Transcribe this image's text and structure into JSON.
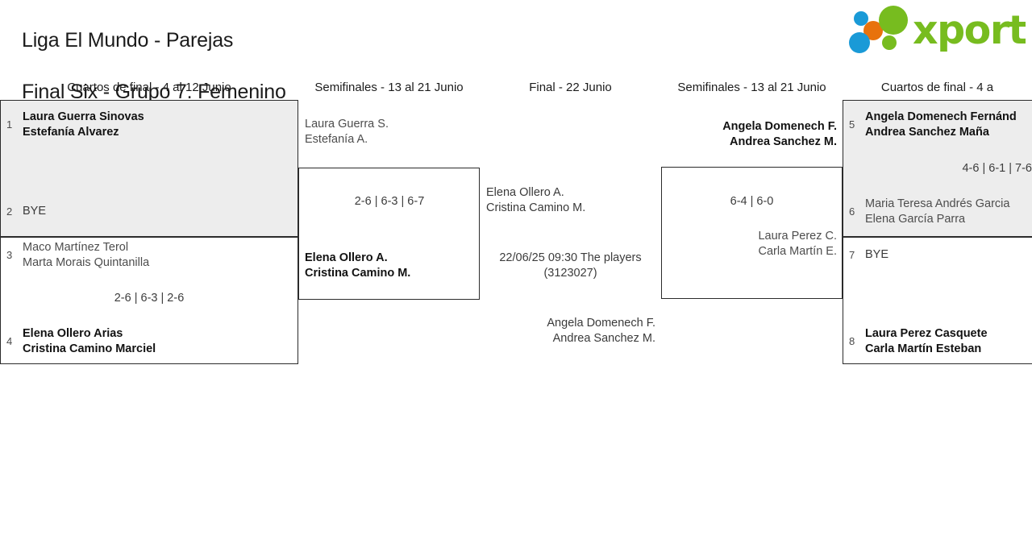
{
  "header": {
    "title_line1": "Liga El Mundo - Parejas",
    "title_line2": "Final Six - Grupo 7. Femenino",
    "logo_text": "xporty",
    "logo_colors": {
      "green": "#77bc1f",
      "orange": "#e8720c",
      "blue": "#1a9ad7"
    }
  },
  "rounds": [
    {
      "id": "qf-left",
      "label": "Cuartos de final - 4 al 12 Junio"
    },
    {
      "id": "sf-left",
      "label": "Semifinales - 13 al 21 Junio"
    },
    {
      "id": "final",
      "label": "Final - 22 Junio"
    },
    {
      "id": "sf-right",
      "label": "Semifinales - 13 al 21 Junio"
    },
    {
      "id": "qf-right",
      "label": "Cuartos de final - 4 a"
    }
  ],
  "matches": {
    "qf_left_top": {
      "score": "",
      "top": {
        "seed": "1",
        "line1": "Laura Guerra Sinovas",
        "line2": "Estefanía Alvarez",
        "state": "winner"
      },
      "bottom": {
        "seed": "2",
        "line1": "BYE",
        "line2": "",
        "state": "neutral"
      }
    },
    "qf_left_bottom": {
      "score": "2-6 | 6-3 | 2-6",
      "top": {
        "seed": "3",
        "line1": "Maco Martínez Terol",
        "line2": "Marta Morais Quintanilla",
        "state": "loser"
      },
      "bottom": {
        "seed": "4",
        "line1": "Elena Ollero Arias",
        "line2": "Cristina Camino Marciel",
        "state": "winner"
      }
    },
    "sf_left": {
      "score": "2-6 | 6-3 | 6-7",
      "top": {
        "seed": "",
        "line1": "Laura Guerra S.",
        "line2": "Estefanía A.",
        "state": "loser"
      },
      "bottom": {
        "seed": "",
        "line1": "Elena Ollero A.",
        "line2": "Cristina Camino M.",
        "state": "winner"
      }
    },
    "final": {
      "meta_line1": "22/06/25 09:30 The players",
      "meta_line2": "(3123027)",
      "top": {
        "seed": "",
        "line1": "Elena Ollero A.",
        "line2": "Cristina Camino M.",
        "state": "neutral"
      },
      "bottom": {
        "seed": "",
        "line1": "Angela Domenech F.",
        "line2": "Andrea Sanchez M.",
        "state": "neutral"
      }
    },
    "sf_right": {
      "score": "6-4 | 6-0",
      "top": {
        "seed": "",
        "line1": "Angela Domenech F.",
        "line2": "Andrea Sanchez M.",
        "state": "winner"
      },
      "bottom": {
        "seed": "",
        "line1": "Laura Perez C.",
        "line2": "Carla Martín E.",
        "state": "loser"
      }
    },
    "qf_right_top": {
      "score": "4-6 | 6-1 | 7-6",
      "top": {
        "seed": "5",
        "line1": "Angela Domenech Fernánd",
        "line2": "Andrea Sanchez Maña",
        "state": "winner"
      },
      "bottom": {
        "seed": "6",
        "line1": "Maria Teresa Andrés Garcia",
        "line2": "Elena García Parra",
        "state": "loser"
      }
    },
    "qf_right_bottom": {
      "score": "",
      "top": {
        "seed": "7",
        "line1": "BYE",
        "line2": "",
        "state": "neutral"
      },
      "bottom": {
        "seed": "8",
        "line1": "Laura Perez Casquete",
        "line2": "Carla Martín Esteban",
        "state": "winner"
      }
    }
  }
}
